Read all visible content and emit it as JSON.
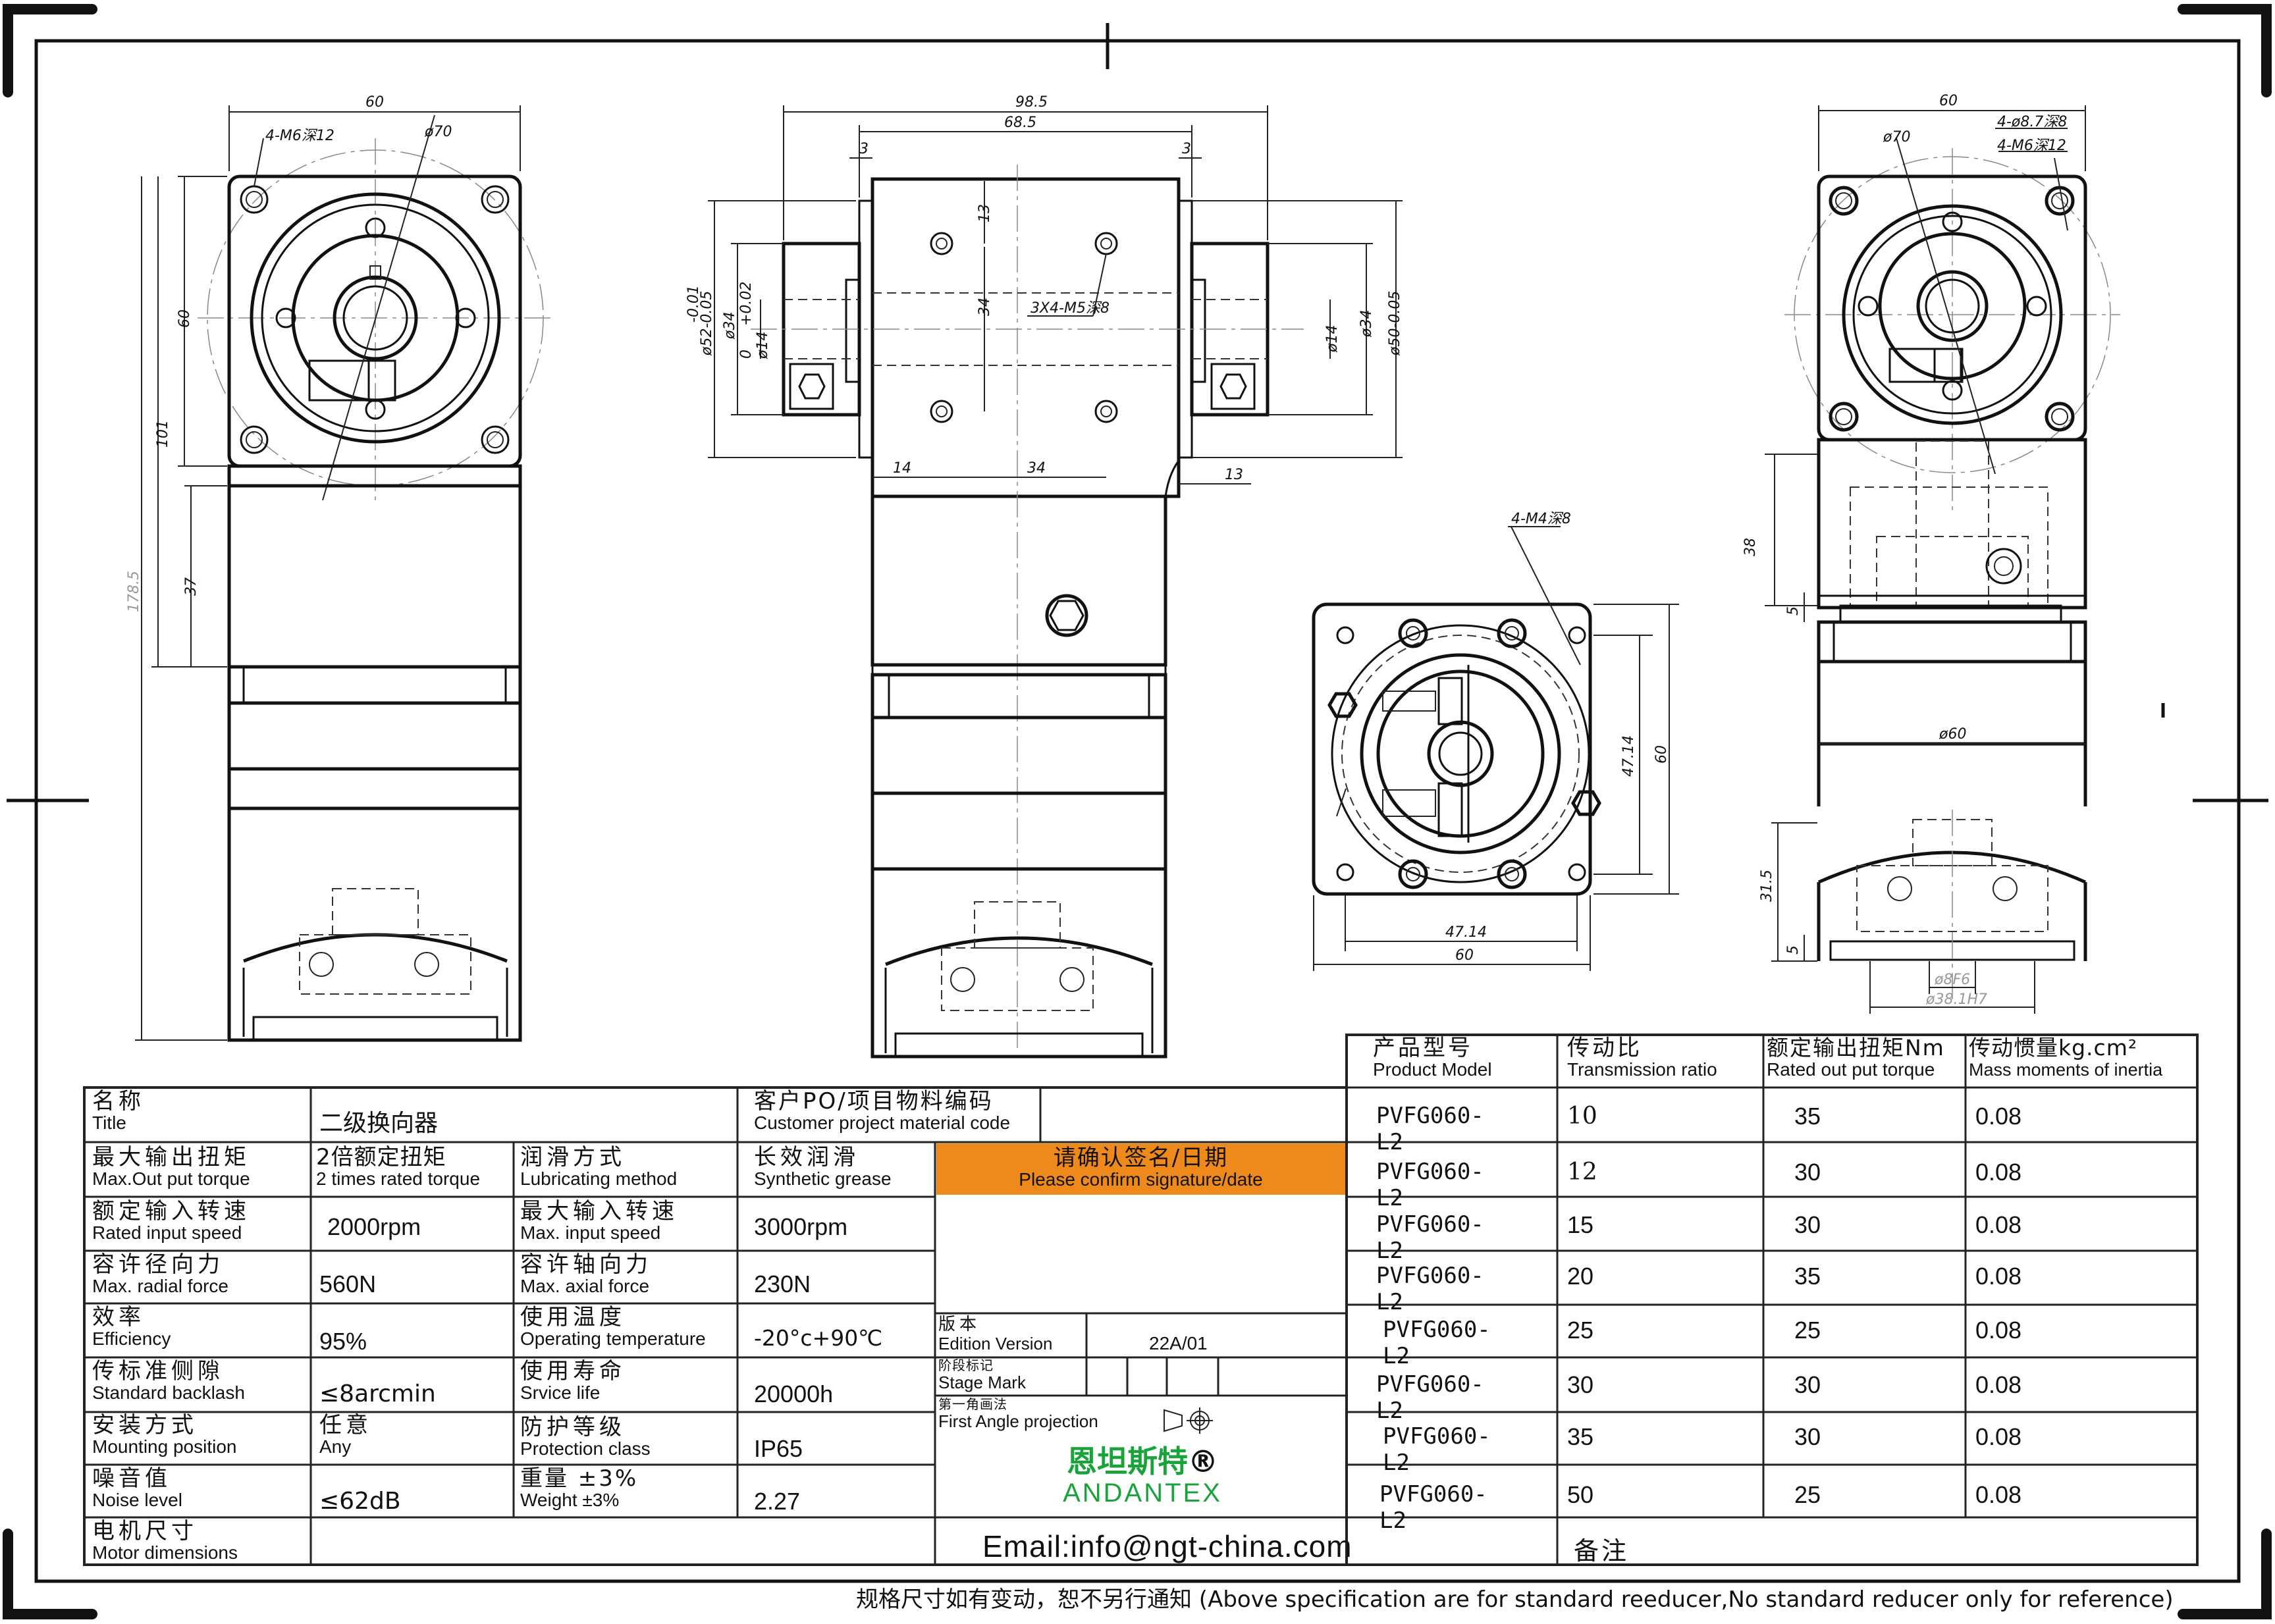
{
  "views": {
    "left": {
      "dims": [
        "60",
        "4-M6深12",
        "ø70",
        "60",
        "101",
        "178.5",
        "37"
      ]
    },
    "center": {
      "dims": [
        "98.5",
        "68.5",
        "3",
        "3",
        "13",
        "34",
        "3X4-M5深8",
        "ø52-0.05",
        "-0.01",
        "ø34",
        "ø14",
        "+0.02",
        "0",
        "ø14",
        "ø34",
        "ø50-0.05",
        "14",
        "34",
        "13"
      ]
    },
    "flange": {
      "dims": [
        "4-M4深8",
        "47.14",
        "60",
        "47.14",
        "60"
      ]
    },
    "right": {
      "dims": [
        "60",
        "4-ø8.7深8",
        "4-M6深12",
        "ø70",
        "38",
        "5",
        "ø60",
        "31.5",
        "5",
        "ø8F6",
        "ø38.1H7"
      ]
    }
  },
  "specs": {
    "title": {
      "zh": "名称",
      "en": "Title",
      "value": "二级换向器"
    },
    "customer_code": {
      "zh": "客户PO/项目物料编码",
      "en": "Customer project material code",
      "value": ""
    },
    "max_torque": {
      "zh": "最大输出扭矩",
      "en": "Max.Out put torque",
      "value_zh": "2倍额定扭矩",
      "value_en": "2 times rated torque"
    },
    "lubrication": {
      "zh": "润滑方式",
      "en": "Lubricating method",
      "value_zh": "长效润滑",
      "value_en": "Synthetic grease"
    },
    "confirm": {
      "zh": "请确认签名/日期",
      "en": "Please confirm signature/date",
      "color": "#ee8a1c"
    },
    "rated_speed": {
      "zh": "额定输入转速",
      "en": "Rated input speed",
      "value": "2000rpm"
    },
    "max_speed": {
      "zh": "最大输入转速",
      "en": "Max. input speed",
      "value": "3000rpm"
    },
    "radial": {
      "zh": "容许径向力",
      "en": "Max. radial force",
      "value": "560N"
    },
    "axial": {
      "zh": "容许轴向力",
      "en": "Max. axial force",
      "value": "230N"
    },
    "efficiency": {
      "zh": "效率",
      "en": "Efficiency",
      "value": "95%"
    },
    "temperature": {
      "zh": "使用温度",
      "en": "Operating temperature",
      "value": "-20°c+90℃"
    },
    "backlash": {
      "zh": "传标准侧隙",
      "en": "Standard backlash",
      "value": "≤8arcmin"
    },
    "life": {
      "zh": "使用寿命",
      "en": "Srvice life",
      "value": "20000h"
    },
    "mounting": {
      "zh": "安装方式",
      "en": "Mounting position",
      "value_zh": "任意",
      "value_en": "Any"
    },
    "protection": {
      "zh": "防护等级",
      "en": "Protection class",
      "value": "IP65"
    },
    "noise": {
      "zh": "噪音值",
      "en": "Noise level",
      "value": "≤62dB"
    },
    "weight": {
      "zh": "重量 ±3%",
      "en": "Weight ±3%",
      "value": "2.27"
    },
    "motor": {
      "zh": "电机尺寸",
      "en": "Motor dimensions",
      "value": ""
    }
  },
  "edition": {
    "edition_zh": "版本",
    "edition_en": "Edition Version",
    "edition_value": "22A/01",
    "stage_zh": "阶段标记",
    "stage_en": "Stage Mark",
    "projection_zh": "第一角画法",
    "projection_en": "First Angle projection"
  },
  "brand": {
    "zh": "恩坦斯特",
    "reg": "®",
    "en": "ANDANTEX",
    "color": "#1aa33a"
  },
  "email": "Email:info@ngt-china.com",
  "remark": "备注",
  "footer": "规格尺寸如有变动，恕不另行通知   (Above specification are for standard reeducer,No standard reducer only for reference)",
  "product_table": {
    "headers": [
      {
        "zh": "产品型号",
        "en": "Product Model"
      },
      {
        "zh": "传动比",
        "en": "Transmission ratio"
      },
      {
        "zh": "额定输出扭矩Nm",
        "en": "Rated out put torque"
      },
      {
        "zh": "传动惯量kg.cm²",
        "en": "Mass moments of inertia"
      }
    ],
    "rows": [
      {
        "model": "PVFG060-L2",
        "ratio": "10",
        "torque": "35",
        "inertia": "0.08"
      },
      {
        "model": "PVFG060-L2",
        "ratio": "12",
        "torque": "30",
        "inertia": "0.08"
      },
      {
        "model": "PVFG060-L2",
        "ratio": "15",
        "torque": "30",
        "inertia": "0.08"
      },
      {
        "model": "PVFG060-L2",
        "ratio": "20",
        "torque": "35",
        "inertia": "0.08"
      },
      {
        "model": "PVFG060-L2",
        "ratio": "25",
        "torque": "25",
        "inertia": "0.08"
      },
      {
        "model": "PVFG060-L2",
        "ratio": "30",
        "torque": "30",
        "inertia": "0.08"
      },
      {
        "model": "PVFG060-L2",
        "ratio": "35",
        "torque": "30",
        "inertia": "0.08"
      },
      {
        "model": "PVFG060-L2",
        "ratio": "50",
        "torque": "25",
        "inertia": "0.08"
      }
    ]
  }
}
